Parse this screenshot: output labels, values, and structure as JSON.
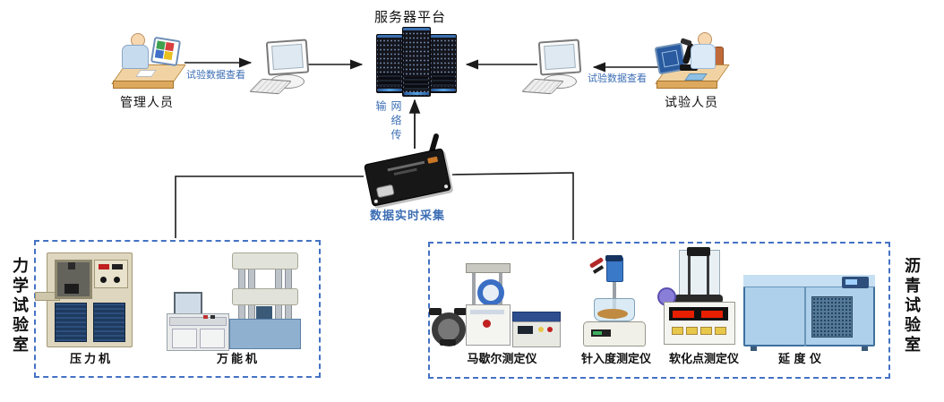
{
  "colors": {
    "connector": "#1a1a1a",
    "label_blue": "#3c6eb4",
    "lab_box_border": "#4472c4",
    "label_black": "#111111"
  },
  "header": {
    "server_label": "服务器平台"
  },
  "actors": {
    "admin": {
      "label": "管理人员",
      "link_label": "试验数据查看"
    },
    "tester": {
      "label": "试验人员",
      "link_label": "试验数据查看"
    }
  },
  "network": {
    "transmission_label": "网络传输",
    "collector_label": "数据实时采集"
  },
  "labs": {
    "mechanics": {
      "title": "力学试验室",
      "machines": [
        {
          "label": "压力机"
        },
        {
          "label": "万能机"
        }
      ]
    },
    "asphalt": {
      "title": "沥青试验室",
      "machines": [
        {
          "label": "马歇尔测定仪"
        },
        {
          "label": "针入度测定仪"
        },
        {
          "label": "软化点测定仪"
        },
        {
          "label": "延 度 仪"
        }
      ]
    }
  },
  "icons": {
    "server": "server-rack-cluster-icon",
    "admin": "person-at-computer-desk-icon",
    "tester": "person-with-microscope-desk-icon",
    "workstation": "desktop-computer-icon",
    "collector": "wireless-data-acquisition-module-icon"
  }
}
